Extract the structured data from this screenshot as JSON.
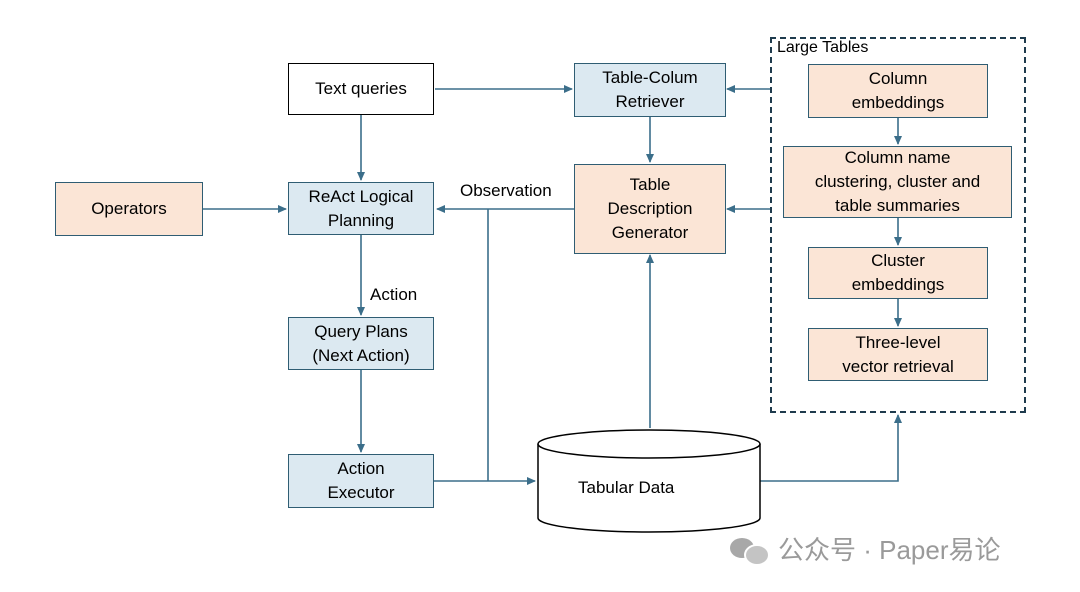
{
  "nodes": {
    "text_queries": "Text queries",
    "operators": "Operators",
    "react_planning": "ReAct Logical\nPlanning",
    "query_plans": "Query Plans\n(Next Action)",
    "action_executor": "Action\nExecutor",
    "table_column_retriever": "Table-Colum\nRetriever",
    "table_description_generator": "Table\nDescription\nGenerator",
    "tabular_data": "Tabular Data",
    "column_embeddings": "Column\nembeddings",
    "column_name_clustering": "Column name\nclustering, cluster and\ntable summaries",
    "cluster_embeddings": "Cluster\nembeddings",
    "three_level_retrieval": "Three-level\nvector retrieval"
  },
  "labels": {
    "observation": "Observation",
    "action": "Action",
    "large_tables": "Large Tables"
  },
  "watermark": "公众号 · Paper易论",
  "colors": {
    "blue_fill": "#dce9f1",
    "peach_fill": "#fbe5d6",
    "arrow": "#3b6e8a"
  }
}
